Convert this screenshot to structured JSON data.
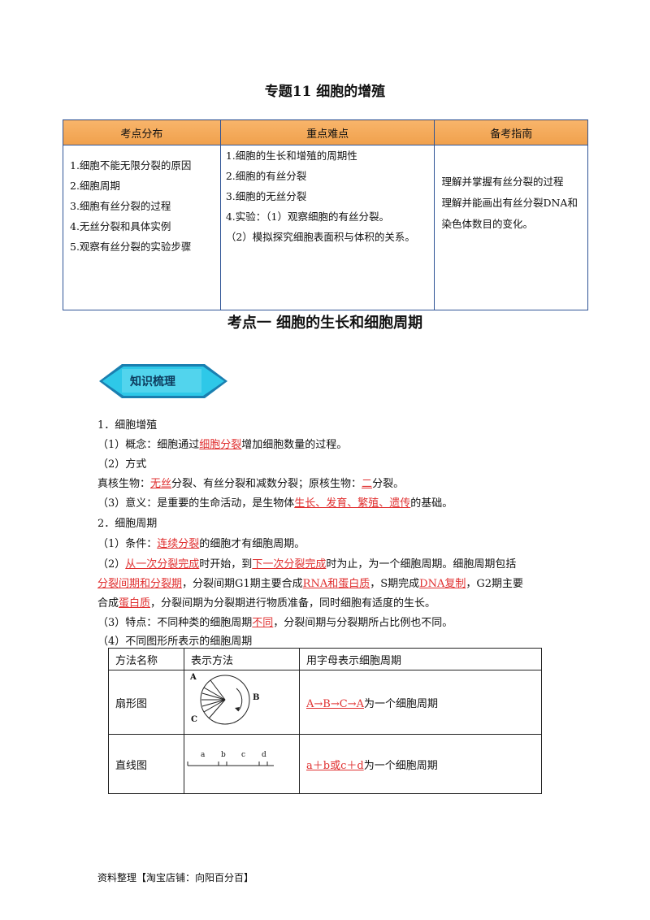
{
  "doc_title": "专题11  细胞的增殖",
  "topic_table": {
    "headers": [
      "考点分布",
      "重点难点",
      "备考指南"
    ],
    "col1": [
      "1.细胞不能无限分裂的原因",
      "2.细胞周期",
      "3.细胞有丝分裂的过程",
      "4.无丝分裂和具体实例",
      "5.观察有丝分裂的实验步骤"
    ],
    "col2": [
      "1.细胞的生长和增殖的周期性",
      "2.细胞的有丝分裂",
      "3.细胞的无丝分裂",
      "4.实验：（1）观察细胞的有丝分裂。",
      "（2）模拟探究细胞表面积与体积的关系。"
    ],
    "col3": [
      "理解并掌握有丝分裂的过程",
      "理解并能画出有丝分裂DNA和染色体数目的变化。"
    ]
  },
  "section_title": "考点一    细胞的生长和细胞周期",
  "badge_label": "知识梳理",
  "body": {
    "h1": "1．细胞增殖",
    "l1a": "（1）概念：细胞通过",
    "l1u": "细胞分裂",
    "l1b": "增加细胞数量的过程。",
    "l2": "（2）方式",
    "l3a": "真核生物：",
    "l3u1": "无丝",
    "l3b": "分裂、有丝分裂和减数分裂；原核生物：",
    "l3u2": "二",
    "l3c": "分裂。",
    "l4a": "（3）意义：是重要的生命活动，是生物体",
    "l4u": "生长、发育、繁殖、遗传",
    "l4b": "的基础。",
    "h2": "2．细胞周期",
    "l5a": "（1）条件：",
    "l5u": "连续分裂",
    "l5b": "的细胞才有细胞周期。",
    "l6a": "（2）",
    "l6u1": "从一次分裂完成",
    "l6b": "时开始，到",
    "l6u2": "下一次分裂完成",
    "l6c": "时为止，为一个细胞周期。细胞周期包括",
    "l7u1": "分裂间期和分裂期",
    "l7a": "，分裂间期G1期主要合成",
    "l7u2": "RNA和蛋白质",
    "l7b": "，S期完成",
    "l7u3": "DNA复制",
    "l7c": "，G2期主要",
    "l8a": "合成",
    "l8u": "蛋白质",
    "l8b": "，分裂间期为分裂期进行物质准备，同时细胞有适度的生长。",
    "l9a": "（3）特点：不同种类的细胞周期",
    "l9u": "不同",
    "l9b": "，分裂间期与分裂期所占比例也不同。",
    "l10": "（4）不同图形所表示的细胞周期"
  },
  "methods_table": {
    "headers": [
      "方法名称",
      "表示方法",
      "用字母表示细胞周期"
    ],
    "row1": {
      "name": "扇形图",
      "answer": "A→B→C→A",
      "suffix": "为一个细胞周期",
      "labels": [
        "A",
        "B",
        "C"
      ]
    },
    "row2": {
      "name": "直线图",
      "answer": "a＋b或c＋d",
      "suffix": "为一个细胞周期",
      "labels": [
        "a",
        "b",
        "c",
        "d"
      ]
    }
  },
  "footer": "资料整理【淘宝店铺：向阳百分百】",
  "colors": {
    "accent_red": "#e03030",
    "header_orange": "#f4a460",
    "border_blue": "#2f5496",
    "badge_cyan": "#2ec8e8"
  }
}
